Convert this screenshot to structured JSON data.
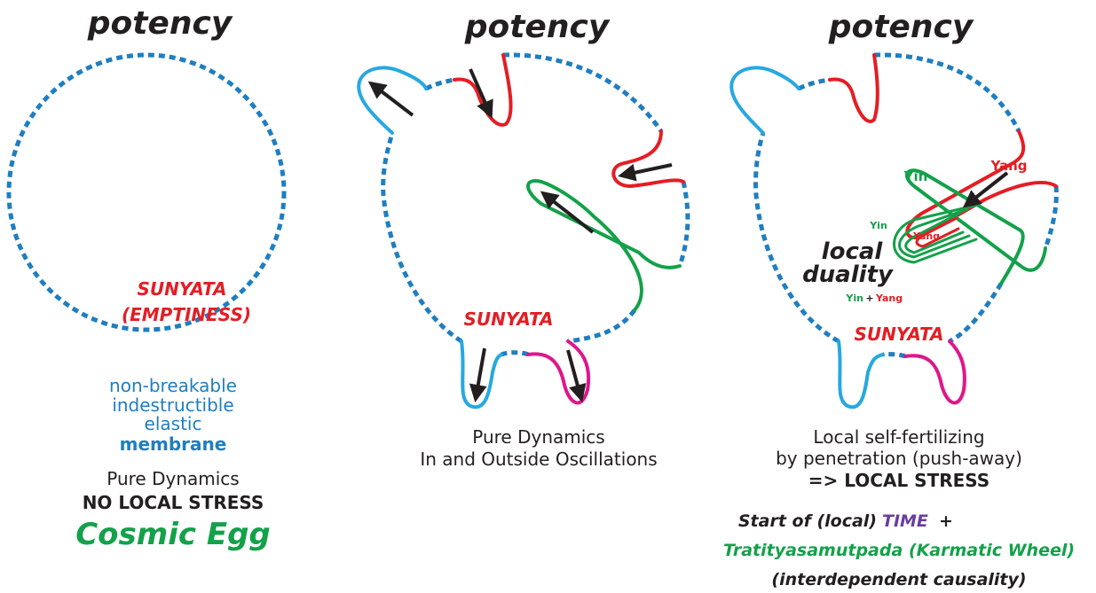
{
  "panel1": {
    "title": "potency",
    "center_label_1": "SUNYATA",
    "center_label_2": "(EMPTINESS)",
    "desc_lines": [
      "non-breakable",
      "indestructible",
      "elastic"
    ],
    "desc_bold": "membrane",
    "dynamics": "Pure Dynamics",
    "stress": "NO LOCAL STRESS",
    "name": "Cosmic Egg"
  },
  "panel2": {
    "title": "potency",
    "center_label": "SUNYATA",
    "caption_1": "Pure Dynamics",
    "caption_2": "In and Outside Oscillations"
  },
  "panel3": {
    "title": "potency",
    "center_label": "SUNYATA",
    "yin_large": "Yin",
    "yang_large": "Yang",
    "yin_small": "Yin",
    "yang_small": "Yang",
    "local": "local",
    "duality": "duality",
    "formula_yin": "Yin",
    "formula_plus": "+",
    "formula_yang": "Yang",
    "caption_1": "Local self-fertilizing",
    "caption_2": "by penetration (push-away)",
    "caption_3": "=> LOCAL STRESS",
    "time_start": "Start of (local)",
    "time_word": "TIME",
    "time_plus": "+",
    "wheel": "Tratityasamutpada (Karmatic Wheel)",
    "causality": "(interdependent causality)"
  },
  "colors": {
    "membrane": "#1f7ec0",
    "cyan": "#27a8e0",
    "red": "#e31e24",
    "magenta": "#e0168a",
    "green": "#13a14a",
    "purple": "#6a3da0",
    "black": "#231f20"
  }
}
